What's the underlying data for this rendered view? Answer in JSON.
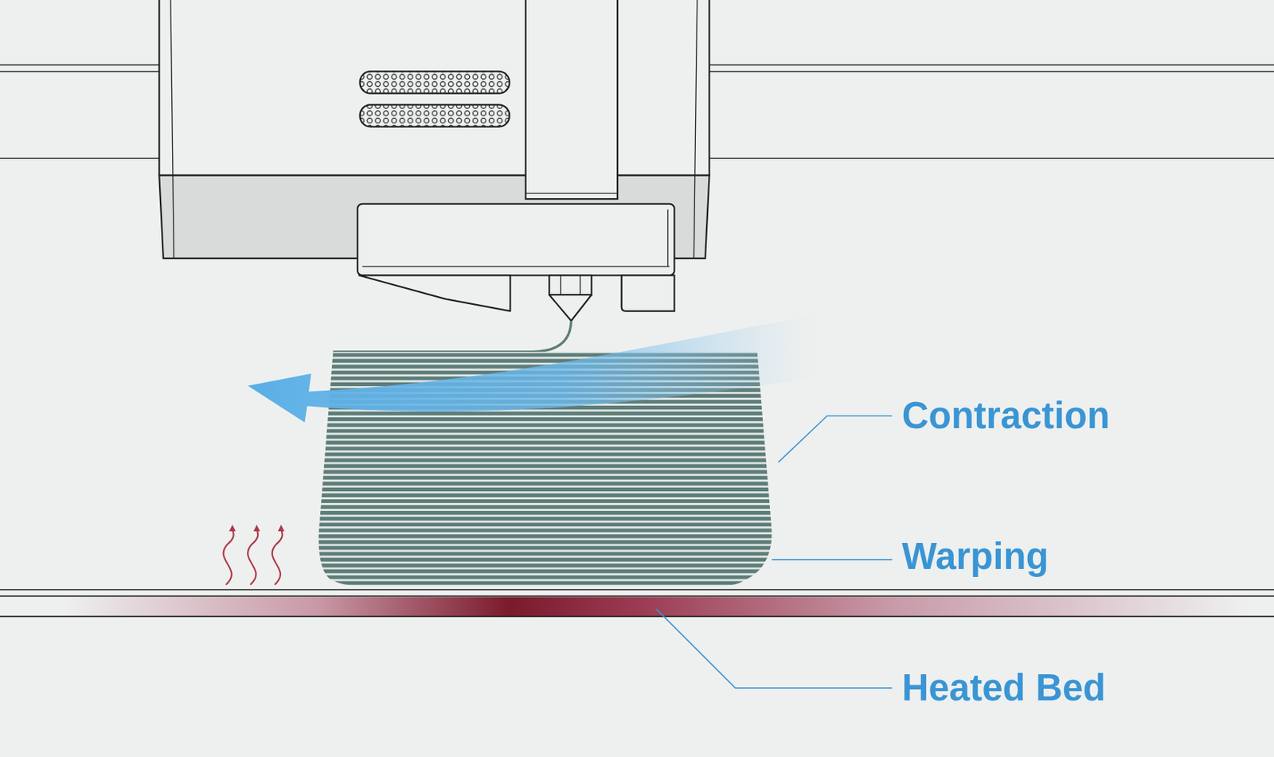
{
  "diagram": {
    "labels": [
      "Contraction",
      "Warping",
      "Heated Bed"
    ]
  }
}
